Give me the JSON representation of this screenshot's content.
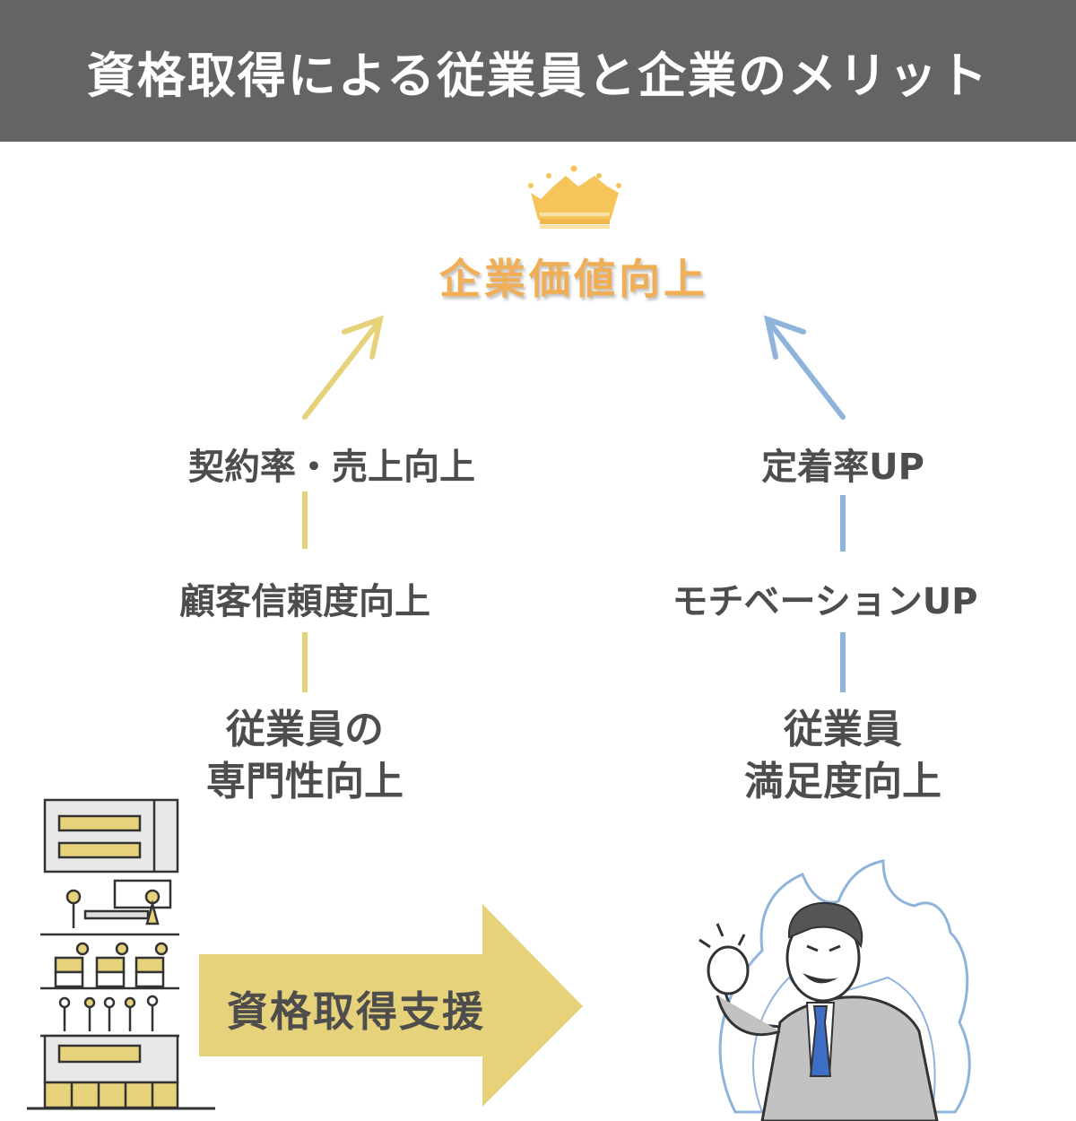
{
  "header": {
    "title": "資格取得による従業員と企業のメリット"
  },
  "goal": {
    "label": "企業価値向上"
  },
  "left_chain": {
    "top": "契約率・売上向上",
    "middle": "顧客信頼度向上",
    "bottom_line1": "従業員の",
    "bottom_line2": "専門性向上"
  },
  "right_chain": {
    "top": "定着率UP",
    "middle": "モチベーションUP",
    "bottom_line1": "従業員",
    "bottom_line2": "満足度向上"
  },
  "support_arrow": {
    "label": "資格取得支援"
  },
  "colors": {
    "header_bg": "#646464",
    "gold": "#e6d27a",
    "blue": "#8fb4dc",
    "orange": "#f0ae56",
    "text": "#4d4d4d"
  },
  "icons": [
    "crown-icon",
    "office-building-icon",
    "motivated-businessman-icon"
  ]
}
